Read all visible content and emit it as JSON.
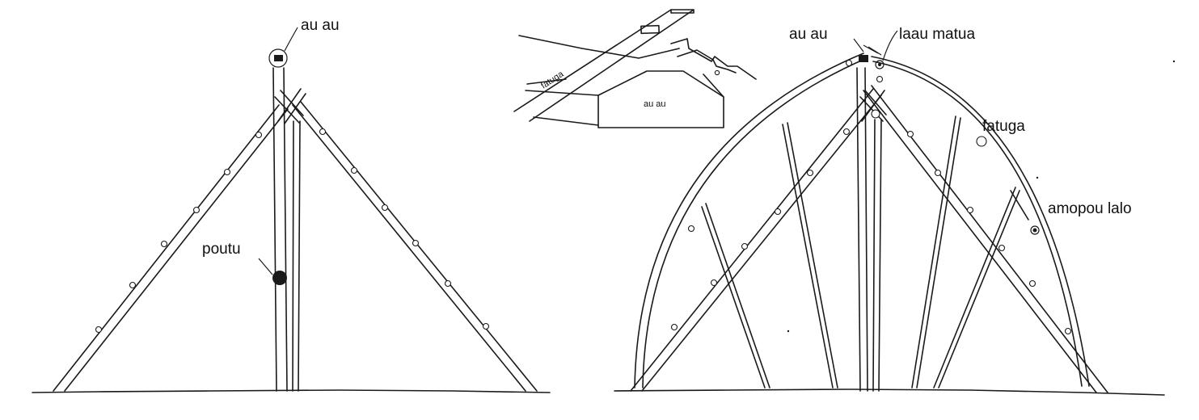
{
  "left_figure": {
    "label_au_au": "au au",
    "label_poutu": "poutu"
  },
  "inset": {
    "label_fatuga": "fatuga",
    "label_au_au": "au au"
  },
  "right_figure": {
    "label_au_au": "au au",
    "label_laau_matua": "laau matua",
    "label_fatuga": "fatuga",
    "label_amopou_lalo": "amopou lalo"
  }
}
